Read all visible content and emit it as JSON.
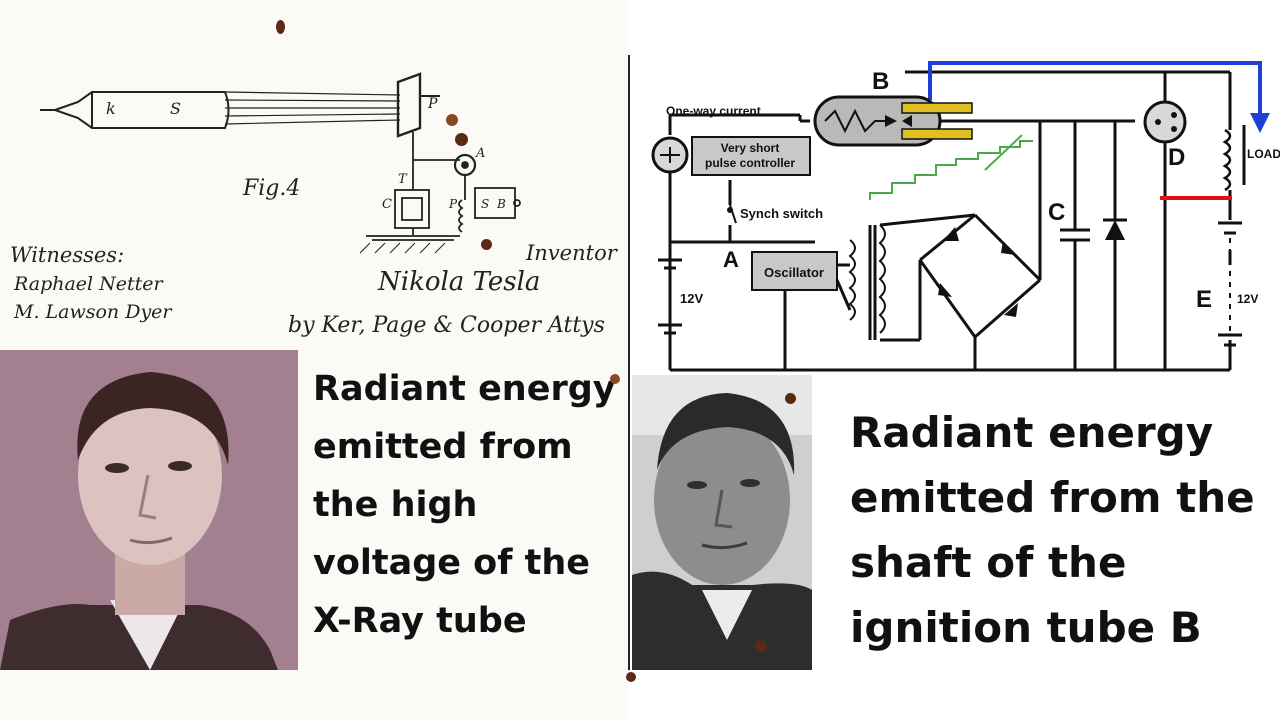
{
  "left": {
    "patent": {
      "fig_label": "Fig.4",
      "witnesses_label": "Witnesses:",
      "witness_1": "Raphael Netter",
      "witness_2": "M. Lawson Dyer",
      "inventor_label": "Inventor",
      "inventor_signature": "Nikola Tesla",
      "attorneys": "by Ker, Page & Cooper Attys",
      "part_labels": [
        "k",
        "S",
        "P",
        "T",
        "C",
        "P",
        "S",
        "B",
        "A"
      ]
    },
    "caption": "Radiant energy emitted from the high voltage of the X-Ray tube"
  },
  "right": {
    "circuit": {
      "labels": {
        "tube": "B",
        "one_way_current": "One-way current",
        "pulse_controller_line1": "Very short",
        "pulse_controller_line2": "pulse controller",
        "synch_switch": "Synch switch",
        "node_a": "A",
        "oscillator": "Oscillator",
        "battery_left": "12V",
        "capacitor": "C",
        "lamp": "D",
        "load": "LOAD",
        "battery_right_label": "E",
        "battery_right": "12V"
      },
      "colors": {
        "return_wire": "#1f3fd6",
        "load_link": "#e01010",
        "staircase_wave": "#4aa84a",
        "tube_fill": "#b9b9b9"
      }
    },
    "caption": "Radiant energy emitted from the shaft of the ignition tube B"
  }
}
